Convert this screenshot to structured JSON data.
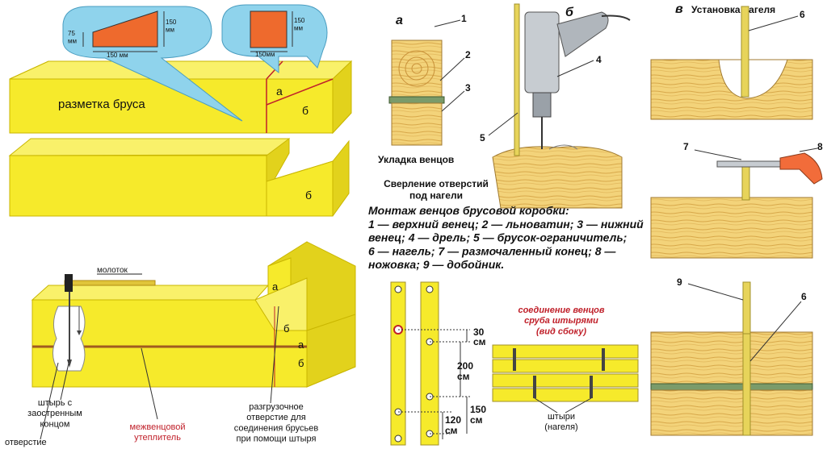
{
  "bubbles": {
    "left": {
      "height_label": "150\nмм",
      "side_label": "75\nмм",
      "width_label": "150 мм"
    },
    "right": {
      "height_label": "150\nмм",
      "width_label": "150мм"
    }
  },
  "beam_top": {
    "title": "разметка бруса",
    "mark_a": "а",
    "mark_b": "б"
  },
  "beam_mid": {
    "mark_b": "б"
  },
  "beam_bottom": {
    "hammer": "молоток",
    "pin_label": "штырь с\nзаостренным\nконцом",
    "hole": "отверстие",
    "insulation": "межвенцовой\nутеплитель",
    "relief": "разгрузочное\nотверстие для\nсоединения брусьев\nпри помощи штыря",
    "mark_a1": "а",
    "mark_b1": "б",
    "mark_a2": "а",
    "mark_b2": "б"
  },
  "panel_a": {
    "letter": "а",
    "n1": "1",
    "n2": "2",
    "n3": "3",
    "caption": "Укладка венцов"
  },
  "panel_b": {
    "letter": "б",
    "n4": "4",
    "n5": "5",
    "caption": "Сверление отверстий\nпод нагели"
  },
  "panel_v": {
    "letter": "в",
    "title": "Установка нагеля",
    "n6a": "6",
    "n7": "7",
    "n8": "8",
    "n9": "9",
    "n6b": "6"
  },
  "legend": {
    "text": "Монтаж венцов брусовой коробки:\n1 — верхний венец; 2 — льноватин; 3 — нижний\nвенец; 4 — дрель; 5 — брусок-ограничитель;\n6 — нагель; 7 — размочаленный конец; 8 —\nножовка; 9 — добойник."
  },
  "pins": {
    "d30": "30",
    "u30": "см",
    "d200": "200",
    "u200": "см",
    "d150": "150",
    "u150": "см",
    "d120": "120",
    "u120": "см",
    "title": "соединение венцов\nсруба штырями\n(вид сбоку)",
    "pins_label": "штыри\n(нагеля)"
  },
  "colors": {
    "wood_yellow": "#f6ea2b",
    "wood_edge": "#c9b600",
    "bubble": "#8fd3ec",
    "orange": "#ee6a2d",
    "red": "#c0202a"
  }
}
